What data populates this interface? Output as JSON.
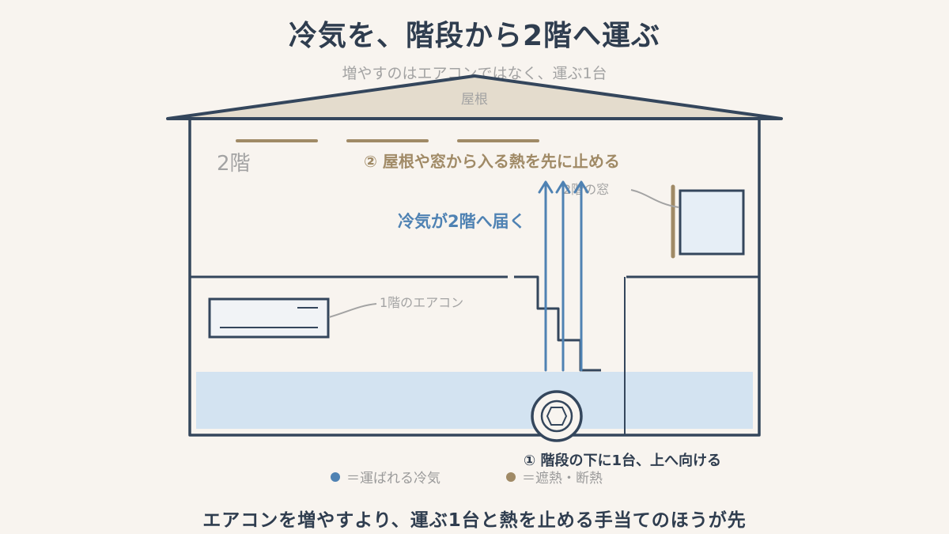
{
  "title": "冷気を、階段から2階へ運ぶ",
  "subtitle": "増やすのはエアコンではなく、運ぶ1台",
  "labels": {
    "roof": "屋根",
    "floor2": "2階",
    "step2": "②  屋根や窓から入る熱を先に止める",
    "window2": "2階の窓",
    "cool_reach": "冷気が2階へ届く",
    "ac1": "1階のエアコン",
    "step1": "①  階段の下に1台、上へ向ける"
  },
  "legend": [
    {
      "text": "＝運ばれる冷気",
      "color": "#4f82b3"
    },
    {
      "text": "＝遮熱・断熱",
      "color": "#a08a66"
    }
  ],
  "footer": "エアコンを増やすより、運ぶ1台と熱を止める手当てのほうが先",
  "colors": {
    "outline": "#34465c",
    "cool": "#4f82b3",
    "cool_fill": "#d3e3f1",
    "heat": "#a08a66",
    "roof_fill": "#e4dccd",
    "muted": "#a3a3a3"
  }
}
